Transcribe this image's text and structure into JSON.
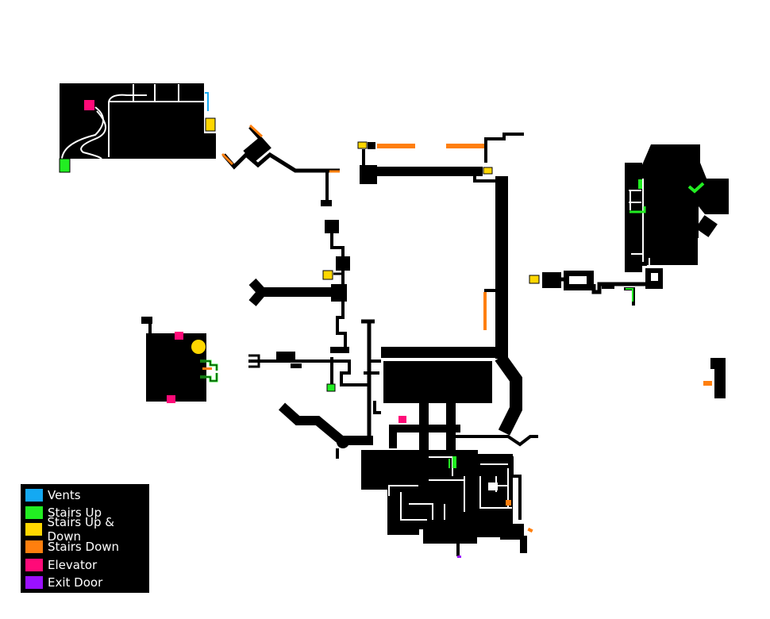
{
  "map": {
    "title": "Facility Floor Map",
    "colors": {
      "wall": "#000000",
      "floor_line": "#ffffff",
      "vents": "#14a9f2",
      "stairs_up": "#22ee22",
      "stairs_up_down": "#ffd700",
      "stairs_down": "#ff7f0e",
      "elevator": "#ff0a78",
      "exit_door": "#9b10ff"
    },
    "markers": {
      "objective": "checkmark-icon"
    }
  },
  "legend": {
    "items": [
      {
        "label": "Vents",
        "color": "#14a9f2"
      },
      {
        "label": "Stairs Up",
        "color": "#22ee22"
      },
      {
        "label": "Stairs Up & Down",
        "color": "#ffd700"
      },
      {
        "label": "Stairs Down",
        "color": "#ff7f0e"
      },
      {
        "label": "Elevator",
        "color": "#ff0a78"
      },
      {
        "label": "Exit Door",
        "color": "#9b10ff"
      }
    ]
  }
}
